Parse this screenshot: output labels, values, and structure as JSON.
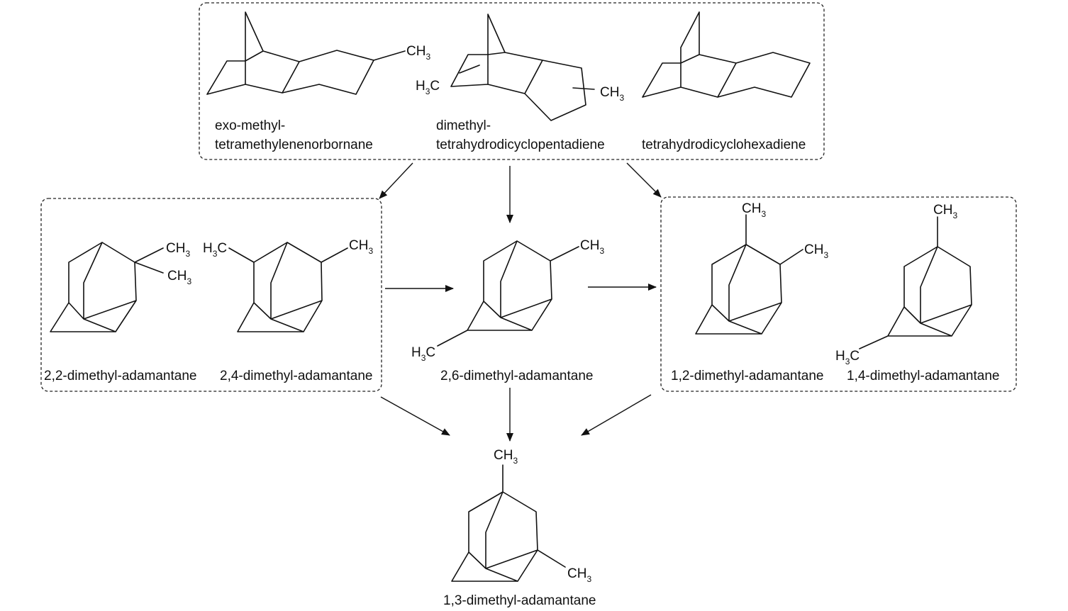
{
  "groups": {
    "feedstocks": {
      "items": [
        {
          "name_line1": "exo-methyl-",
          "name_line2": "tetramethylenenorbornane",
          "substituents": [
            "CH3"
          ]
        },
        {
          "name_line1": "dimethyl-",
          "name_line2": "tetrahydrodicyclopentadiene",
          "substituents": [
            "H3C",
            "CH3"
          ]
        },
        {
          "name_line1": "",
          "name_line2": "tetrahydrodicyclohexadiene",
          "substituents": []
        }
      ]
    },
    "left_isomers": {
      "items": [
        {
          "name": "2,2-dimethyl-adamantane",
          "substituents": [
            "CH3",
            "CH3"
          ]
        },
        {
          "name": "2,4-dimethyl-adamantane",
          "substituents": [
            "H3C",
            "CH3"
          ]
        }
      ]
    },
    "center_isomer": {
      "name": "2,6-dimethyl-adamantane",
      "substituents": [
        "CH3",
        "H3C"
      ]
    },
    "right_isomers": {
      "items": [
        {
          "name": "1,2-dimethyl-adamantane",
          "substituents": [
            "CH3",
            "CH3"
          ]
        },
        {
          "name": "1,4-dimethyl-adamantane",
          "substituents": [
            "CH3",
            "H3C"
          ]
        }
      ]
    },
    "product": {
      "name": "1,3-dimethyl-adamantane",
      "substituents": [
        "CH3",
        "CH3"
      ]
    }
  },
  "formula_parts": {
    "methyl_right": {
      "atom": "CH",
      "count": "3"
    },
    "methyl_left": {
      "atom": "H",
      "count": "3",
      "tail": "C"
    }
  },
  "colors": {
    "ink": "#111111",
    "background": "#ffffff"
  }
}
